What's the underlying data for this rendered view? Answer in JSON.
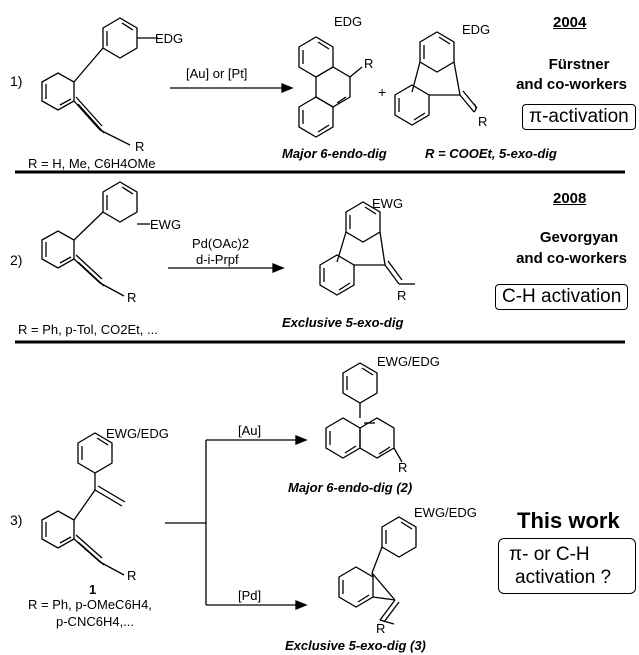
{
  "row1": {
    "num": "1)",
    "edg_sm": "EDG",
    "conditions": "[Au] or [Pt]",
    "r_label": "R = H, Me, C6H4OMe",
    "edg_p1": "EDG",
    "r_p1": "R",
    "plus": "+",
    "edg_p2": "EDG",
    "r_p2": "R",
    "cap_major": "Major 6-endo-dig",
    "cap_minor": "R = COOEt, 5-exo-dig",
    "year": "2004",
    "authors_1": "Fürstner",
    "authors_2": "and co-workers",
    "tag": "π-activation"
  },
  "row2": {
    "num": "2)",
    "ewg_sm": "EWG",
    "r_sm": "R",
    "cond_1": "Pd(OAc)2",
    "cond_2": "d-i-Prpf",
    "r_label": "R = Ph, p-Tol, CO2Et, ...",
    "ewg_p": "EWG",
    "r_p": "R",
    "caption": "Exclusive 5-exo-dig",
    "year": "2008",
    "authors_1": "Gevorgyan",
    "authors_2": "and co-workers",
    "tag": "C-H activation"
  },
  "row3": {
    "num": "3)",
    "sm_group": "EWG/EDG",
    "r_sm": "R",
    "compound_num": "1",
    "r_label_1": "R = Ph, p-OMeC6H4,",
    "r_label_2": "p-CNC6H4,...",
    "cond_au": "[Au]",
    "cond_pd": "[Pd]",
    "p2_group": "EWG/EDG",
    "p2_r": "R",
    "cap_2": "Major 6-endo-dig (2)",
    "p3_group": "EWG/EDG",
    "p3_r": "R",
    "cap_3": "Exclusive 5-exo-dig (3)",
    "this_work": "This work",
    "question_1": "π- or C-H",
    "question_2": "activation ?"
  }
}
